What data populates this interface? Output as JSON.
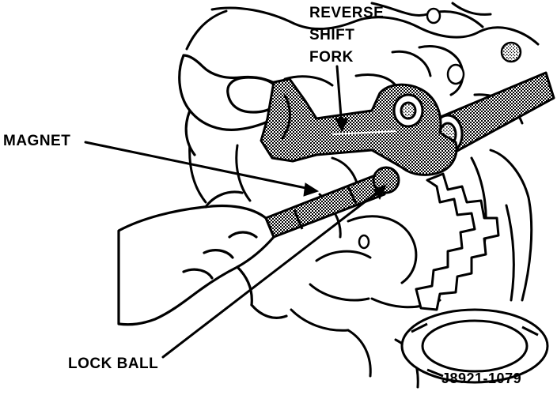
{
  "labels": {
    "reverse": "REVERSE",
    "shift": "SHIFT",
    "fork": "FORK",
    "magnet": "MAGNET",
    "lock_ball": "LOCK BALL"
  },
  "figure_id": "J8921-1079",
  "colors": {
    "ink": "#000000",
    "paper": "#ffffff",
    "shade": "#7a7a7a"
  }
}
